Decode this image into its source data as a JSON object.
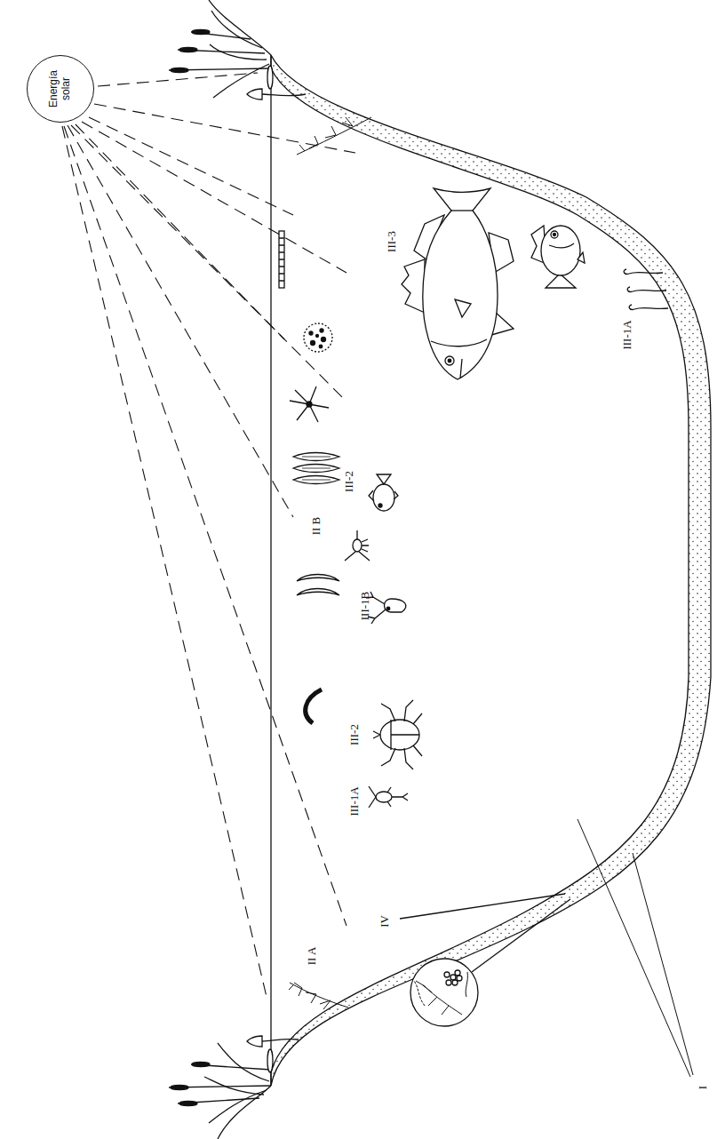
{
  "diagram": {
    "nodes": [
      {
        "text": [
          "Energía solar"
        ]
      }
    ],
    "labels": [
      "I",
      "II A",
      "II B",
      "III-1A",
      "III-1B",
      "III-2",
      "III-2",
      "III-3",
      "III-1A",
      "IV"
    ]
  }
}
